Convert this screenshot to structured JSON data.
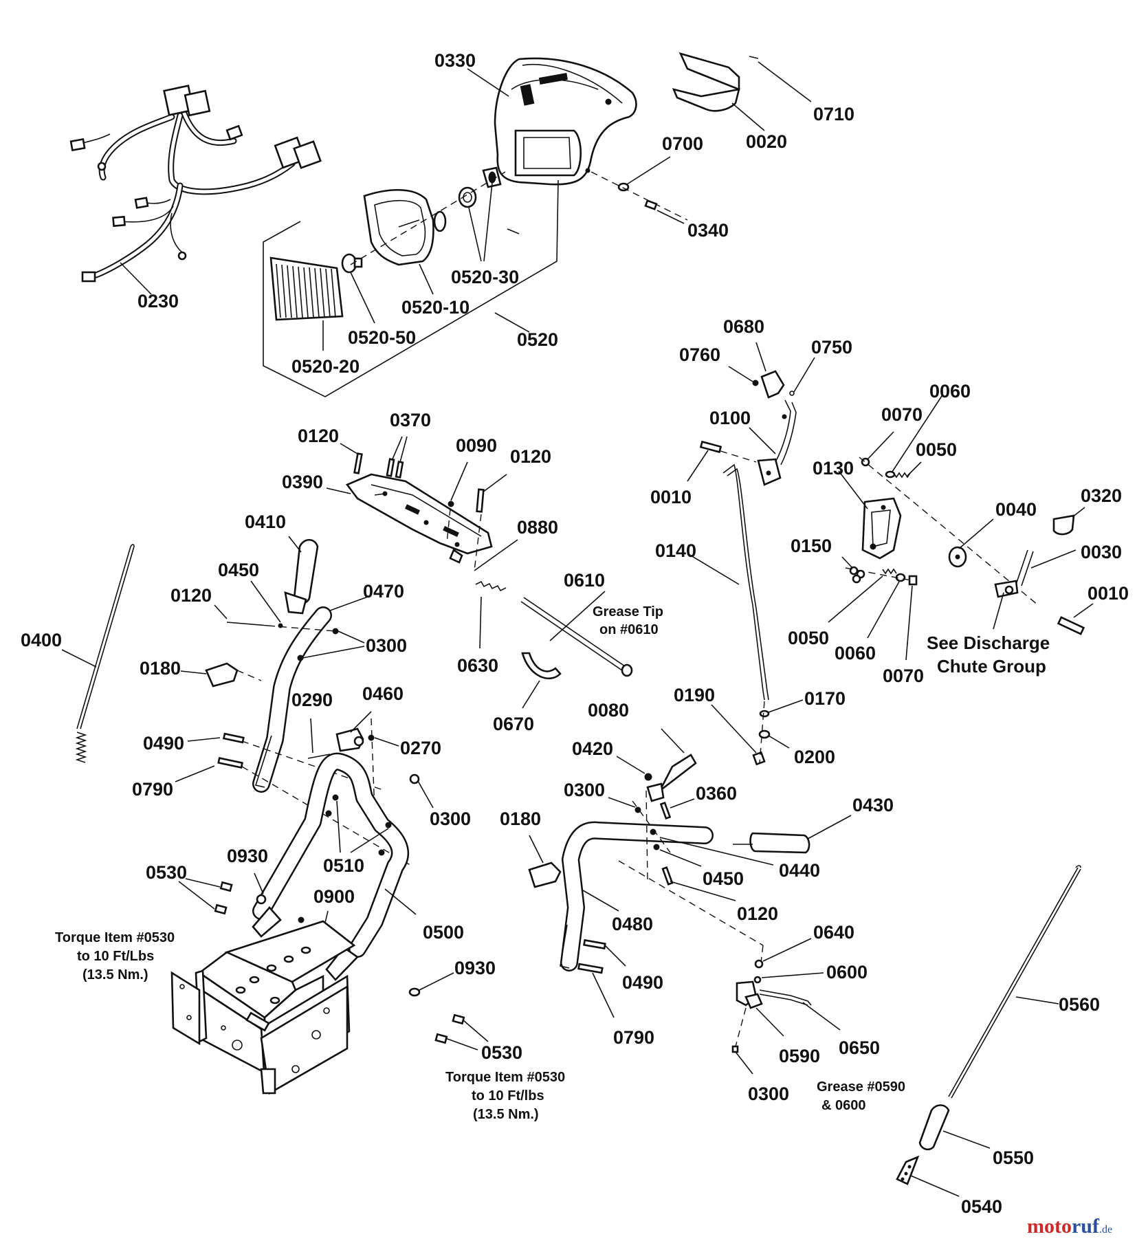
{
  "diagram": {
    "callouts": {
      "p0330": "0330",
      "p0710": "0710",
      "p0020": "0020",
      "p0700": "0700",
      "p0340": "0340",
      "p0230": "0230",
      "p0520_30": "0520-30",
      "p0520_10": "0520-10",
      "p0520_50": "0520-50",
      "p0520": "0520",
      "p0520_20": "0520-20",
      "p0680": "0680",
      "p0760": "0760",
      "p0750": "0750",
      "p0060a": "0060",
      "p0070a": "0070",
      "p0100": "0100",
      "p0050a": "0050",
      "p0130": "0130",
      "p0010a": "0010",
      "p0320": "0320",
      "p0040": "0040",
      "p0150": "0150",
      "p0030": "0030",
      "p0140": "0140",
      "p0010b": "0010",
      "p0050b": "0050",
      "p0060b": "0060",
      "p0070b": "0070",
      "p0370": "0370",
      "p0120a": "0120",
      "p0090": "0090",
      "p0120b": "0120",
      "p0390": "0390",
      "p0880": "0880",
      "p0410": "0410",
      "p0450a": "0450",
      "p0120c": "0120",
      "p0470": "0470",
      "p0610": "0610",
      "p0400": "0400",
      "p0300a": "0300",
      "p0180a": "0180",
      "p0630": "0630",
      "p0670": "0670",
      "p0290": "0290",
      "p0460": "0460",
      "p0490a": "0490",
      "p0270": "0270",
      "p0790a": "0790",
      "p0300b": "0300",
      "p0190": "0190",
      "p0170": "0170",
      "p0200": "0200",
      "p0080": "0080",
      "p0420": "0420",
      "p0300c": "0300",
      "p0360": "0360",
      "p0430": "0430",
      "p0180b": "0180",
      "p0440": "0440",
      "p0450b": "0450",
      "p0120d": "0120",
      "p0930a": "0930",
      "p0530a": "0530",
      "p0510": "0510",
      "p0900": "0900",
      "p0500": "0500",
      "p0480": "0480",
      "p0930b": "0930",
      "p0490b": "0490",
      "p0790b": "0790",
      "p0530b": "0530",
      "p0640": "0640",
      "p0600": "0600",
      "p0650": "0650",
      "p0590": "0590",
      "p0300d": "0300",
      "p0560": "0560",
      "p0550": "0550",
      "p0540": "0540"
    },
    "notes": {
      "grease_tip_l1": "Grease Tip",
      "grease_tip_l2": "on #0610",
      "see_discharge_l1": "See Discharge",
      "see_discharge_l2": "Chute Group",
      "torque_left_l1": "Torque Item #0530",
      "torque_left_l2": "to 10 Ft/Lbs",
      "torque_left_l3": "(13.5 Nm.)",
      "torque_mid_l1": "Torque Item #0530",
      "torque_mid_l2": "to 10 Ft/lbs",
      "torque_mid_l3": "(13.5 Nm.)",
      "grease_0590_l1": "Grease #0590",
      "grease_0590_l2": "& 0600"
    },
    "watermark": {
      "part1": "moto",
      "part2": "ruf",
      "part3": ".de"
    }
  }
}
